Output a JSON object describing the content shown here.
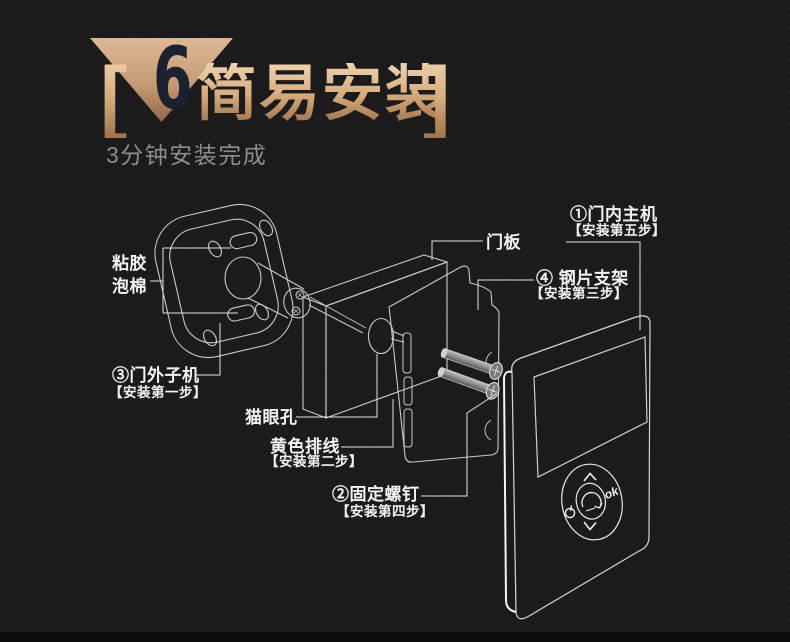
{
  "header": {
    "step_number": "6",
    "bracket_left": "[",
    "bracket_right": "]",
    "title": "简易安装",
    "subtitle": "3分钟安装完成"
  },
  "labels": {
    "adhesive_foam": {
      "line1": "粘胶",
      "line2": "泡棉"
    },
    "outdoor_unit": {
      "name": "③门外子机",
      "step": "【安装第一步】"
    },
    "door_panel": {
      "name": "门板"
    },
    "indoor_unit": {
      "name": "①门内主机",
      "step": "【安装第五步】"
    },
    "steel_bracket": {
      "name": "④ 钢片支架",
      "step": "【安装第三步】"
    },
    "peephole": {
      "name": "猫眼孔"
    },
    "yellow_cable": {
      "name": "黄色排线",
      "step": "【安装第二步】"
    },
    "screws": {
      "name": "②固定螺钉",
      "step": "【安装第四步】"
    }
  },
  "device": {
    "ok_label": "ok"
  },
  "colors": {
    "background": "#1a1a1a",
    "gold_light": "#eed3af",
    "gold_dark": "#a0734a",
    "line_art": "#c9c9c9",
    "subtitle_gray": "#8d8d8d",
    "number_navy": "#1a2130"
  }
}
